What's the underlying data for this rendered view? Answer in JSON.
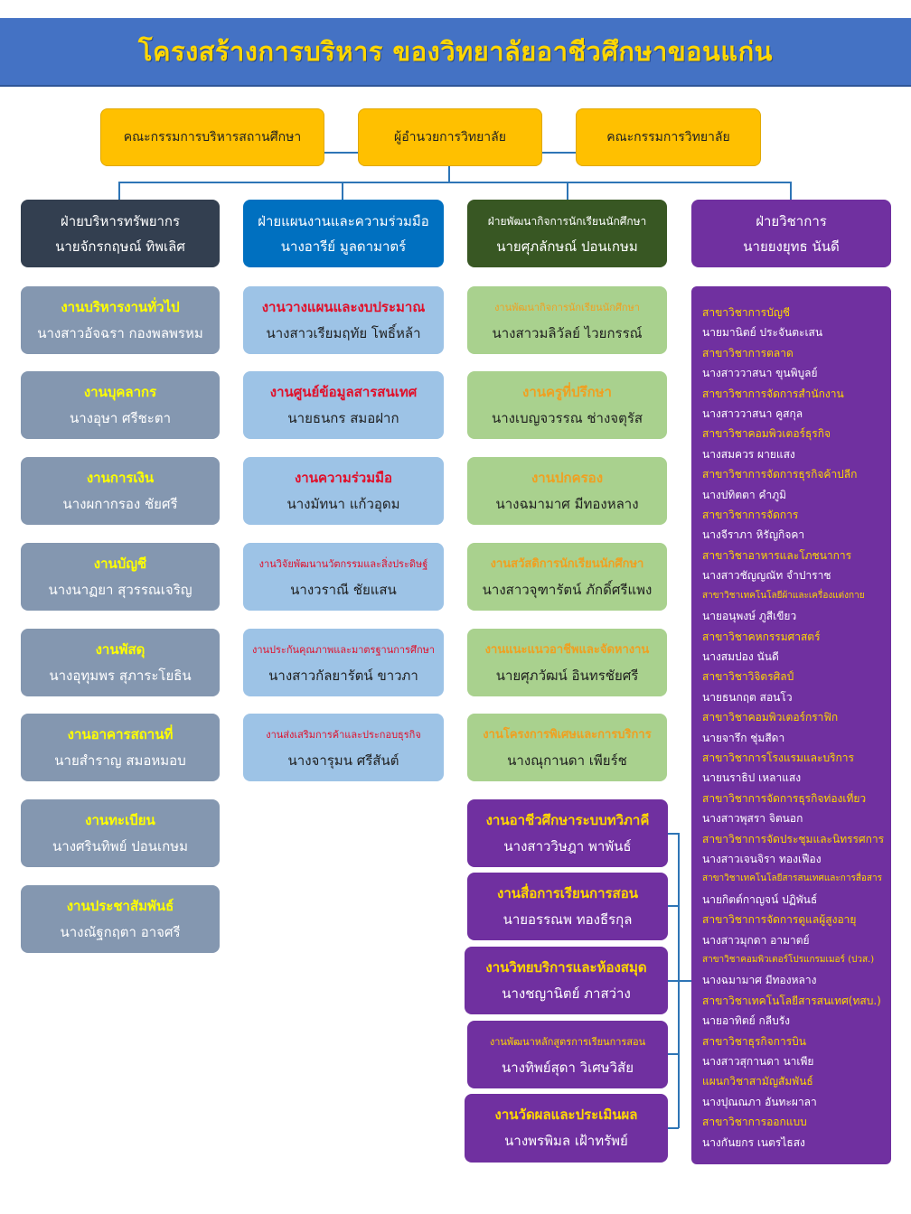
{
  "title": "โครงสร้างการบริหาร ของวิทยาลัยอาชีวศึกษาขอนแก่น",
  "top": {
    "board": "คณะกรรมการบริหารสถานศึกษา",
    "director": "ผู้อำนวยการวิทยาลัย",
    "committee": "คณะกรรมการวิทยาลัย"
  },
  "divisions": {
    "resources": {
      "title": "ฝ่ายบริหารทรัพยากร",
      "head": "นายจักรกฤษณ์  ทิพเลิศ"
    },
    "planning": {
      "title": "ฝ่ายแผนงานและความร่วมมือ",
      "head": "นางอารีย์  มูลดามาตร์"
    },
    "student": {
      "title": "ฝ่ายพัฒนากิจการนักเรียนนักศึกษา",
      "head": "นายศุภลักษณ์  ปอนเกษม"
    },
    "academic": {
      "title": "ฝ่ายวิชาการ",
      "head": "นายยงยุทธ  นันดี"
    }
  },
  "resources_units": [
    {
      "title": "งานบริหารงานทั่วไป",
      "name": "นางสาวอัจฉรา  กองพลพรหม"
    },
    {
      "title": "งานบุคลากร",
      "name": "นางอุษา  ศรีชะตา"
    },
    {
      "title": "งานการเงิน",
      "name": "นางผกากรอง  ชัยศรี"
    },
    {
      "title": "งานบัญชี",
      "name": "นางนาฏยา  สุวรรณเจริญ"
    },
    {
      "title": "งานพัสดุ",
      "name": "นางอุทุมพร  สุภาระโยธิน"
    },
    {
      "title": "งานอาคารสถานที่",
      "name": "นายสำราญ  สมอหมอบ"
    },
    {
      "title": "งานทะเบียน",
      "name": "นางศรินทิพย์  ปอนเกษม"
    },
    {
      "title": "งานประชาสัมพันธ์",
      "name": "นางณัฐกฤตา  อาจศรี"
    }
  ],
  "planning_units": [
    {
      "title": "งานวางแผนและงบประมาณ",
      "name": "นางสาวเรียมฤทัย  โพธิ์หล้า"
    },
    {
      "title": "งานศูนย์ข้อมูลสารสนเทศ",
      "name": "นายธนกร  สมอฝาก"
    },
    {
      "title": "งานความร่วมมือ",
      "name": "นางมัทนา  แก้วอุดม"
    },
    {
      "title": "งานวิจัยพัฒนานวัตกรรมและสิ่งประดิษฐ์",
      "name": "นางวราณี  ชัยแสน"
    },
    {
      "title": "งานประกันคุณภาพและมาตรฐานการศึกษา",
      "name": "นางสาวกัลยารัตน์  ขาวภา"
    },
    {
      "title": "งานส่งเสริมการค้าและประกอบธุรกิจ",
      "name": "นางจารุมน  ศรีสันต์"
    }
  ],
  "student_units": [
    {
      "title": "งานพัฒนากิจการนักเรียนนักศึกษา",
      "name": "นางสาวมลิวัลย์  ไวยกรรณ์"
    },
    {
      "title": "งานครูที่ปรึกษา",
      "name": "นางเบญจวรรณ  ช่างจตุรัส"
    },
    {
      "title": "งานปกครอง",
      "name": "นางฉมามาศ มีทองหลาง"
    },
    {
      "title": "งานสวัสดิการนักเรียนนักศึกษา",
      "name": "นางสาวจุฑารัตน์  ภักดิ์ศรีแพง"
    },
    {
      "title": "งานแนะแนวอาชีพและจัดหางาน",
      "name": "นายศุภวัฒน์  อินทรชัยศรี"
    },
    {
      "title": "งานโครงการพิเศษและการบริการ",
      "name": "นางณุกานดา  เพียร์ช"
    }
  ],
  "academic_units": [
    {
      "title": "งานอาชีวศึกษาระบบทวิภาคี",
      "name": "นางสาววิษฎา  พาพันธ์"
    },
    {
      "title": "งานสื่อการเรียนการสอน",
      "name": "นายอรรณพ  ทองธีรกุล"
    },
    {
      "title": "งานวิทยบริการและห้องสมุด",
      "name": "นางชญานิตย์  ภาสว่าง"
    },
    {
      "title": "งานพัฒนาหลักสูตรการเรียนการสอน",
      "name": "นางทิพย์สุดา  วิเศษวิสัย"
    },
    {
      "title": "งานวัดผลและประเมินผล",
      "name": "นางพรพิมล เฝ้าทรัพย์"
    }
  ],
  "subjects": [
    {
      "subject": "สาขาวิชาการบัญชี",
      "person": "นายมานิตย์  ประจันตะเสน"
    },
    {
      "subject": "สาขาวิชาการตลาด",
      "person": "นางสาววาสนา  ขุนพิบูลย์"
    },
    {
      "subject": "สาขาวิชาการจัดการสำนักงาน",
      "person": "นางสาววาสนา  คูสกุล"
    },
    {
      "subject": "สาขาวิชาคอมพิวเตอร์ธุรกิจ",
      "person": "นางสมควร  ผายแสง"
    },
    {
      "subject": "สาขาวิชาการจัดการธุรกิจค้าปลีก",
      "person": "นางปทิตตา คำภูมิ"
    },
    {
      "subject": "สาขาวิชาการจัดการ",
      "person": "นางจีราภา  หิรัญกิจคา"
    },
    {
      "subject": "สาขาวิชาอาหารและโภชนาการ",
      "person": "นางสาวชัญญณัท จำปาราช"
    },
    {
      "subject": "สาขาวิชาเทคโนโลยีผ้าและเครื่องแต่งกาย",
      "person": "นายอนุพงษ์  ภูสีเขียว"
    },
    {
      "subject": "สาขาวิชาคหกรรมศาสตร์",
      "person": "นางสมปอง  นันดี"
    },
    {
      "subject": "สาขาวิชาวิจิตรศิลป์",
      "person": "นายธนกฤต สอนโว"
    },
    {
      "subject": "สาขาวิชาคอมพิวเตอร์กราฟิก",
      "person": "นายจารึก  ชุ่มสีดา"
    },
    {
      "subject": "สาขาวิชาการโรงแรมและบริการ",
      "person": "นายนราธิป  เหลาแสง"
    },
    {
      "subject": "สาขาวิชาการจัดการธุรกิจท่องเที่ยว",
      "person": "นางสาวพุสรา จิตนอก"
    },
    {
      "subject": "สาขาวิชาการจัดประชุมและนิทรรศการ",
      "person": "นางสาวเจนจิรา  ทองเฟือง"
    },
    {
      "subject": "สาขาวิชาเทคโนโลยีสารสนเทศและการสื่อสาร",
      "person": "นายกิตต์กาญจน์  ปฏิพันธ์"
    },
    {
      "subject": "สาขาวิชาการจัดการดูแลผู้สูงอายุ",
      "person": "นางสาวมุกดา  อามาตย์"
    },
    {
      "subject": "สาขาวิชาคอมพิวเตอร์โปรแกรมเมอร์ (ปวส.)",
      "person": "นางฉมามาศ มีทองหลาง"
    },
    {
      "subject": "สาขาวิชาเทคโนโลยีสารสนเทศ(ทสบ.)",
      "person": "นายอาทิตย์  กลีบรัง"
    },
    {
      "subject": "สาขาวิชาธุรกิจการบิน",
      "person": "นางสาวสุกานดา นาเพีย"
    },
    {
      "subject": "แผนกวิชาสามัญสัมพันธ์",
      "person": "นางปุณณภา  อันทะผาลา"
    },
    {
      "subject": "สาขาวิชาการออกแบบ",
      "person": "นางกันยกร  เนตรไธสง"
    }
  ],
  "colors": {
    "banner": "#4472c4",
    "title_text": "#ffd700",
    "top_box": "#ffc000",
    "resources_head": "#333f50",
    "planning_head": "#0070c0",
    "student_head": "#385723",
    "academic_head": "#7030a0",
    "resources_unit": "#8497b0",
    "planning_unit": "#9dc3e6",
    "student_unit": "#a9d18e",
    "connector": "#2e75b6"
  }
}
